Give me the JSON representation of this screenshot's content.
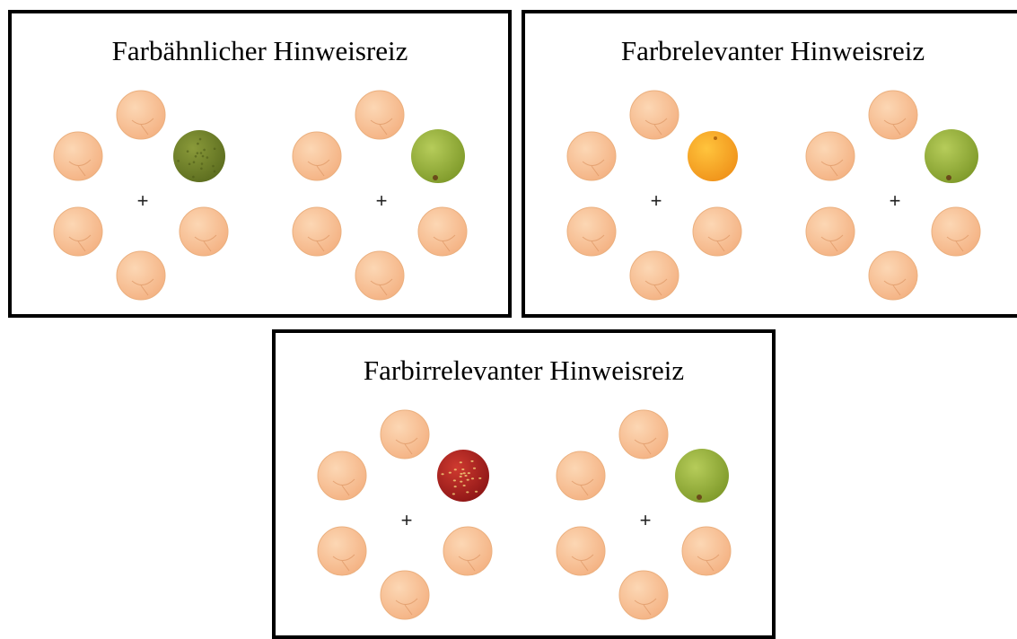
{
  "colors": {
    "distractor": "#f4b283",
    "fixation": "#222222",
    "frame": "#000000"
  },
  "panels": [
    {
      "title": "Farbähnlicher Hinweisreiz",
      "displays": [
        {
          "fixation": "+",
          "singleton": {
            "position": "upper-right",
            "object": "green-lime-icon",
            "color": "#6f7f2a"
          }
        },
        {
          "fixation": "+",
          "singleton": {
            "position": "upper-right",
            "object": "green-apple-icon",
            "color": "#93ad3a"
          }
        }
      ]
    },
    {
      "title": "Farbrelevanter Hinweisreiz",
      "displays": [
        {
          "fixation": "+",
          "singleton": {
            "position": "upper-right",
            "object": "orange-fruit-icon",
            "color": "#f5a21a"
          }
        },
        {
          "fixation": "+",
          "singleton": {
            "position": "upper-right",
            "object": "green-apple-icon",
            "color": "#93ad3a"
          }
        }
      ]
    },
    {
      "title": "Farbirrelevanter Hinweisreiz",
      "displays": [
        {
          "fixation": "+",
          "singleton": {
            "position": "upper-right",
            "object": "strawberry-icon",
            "color": "#b0201e"
          }
        },
        {
          "fixation": "+",
          "singleton": {
            "position": "upper-right",
            "object": "green-apple-icon",
            "color": "#93ad3a"
          }
        }
      ]
    }
  ]
}
